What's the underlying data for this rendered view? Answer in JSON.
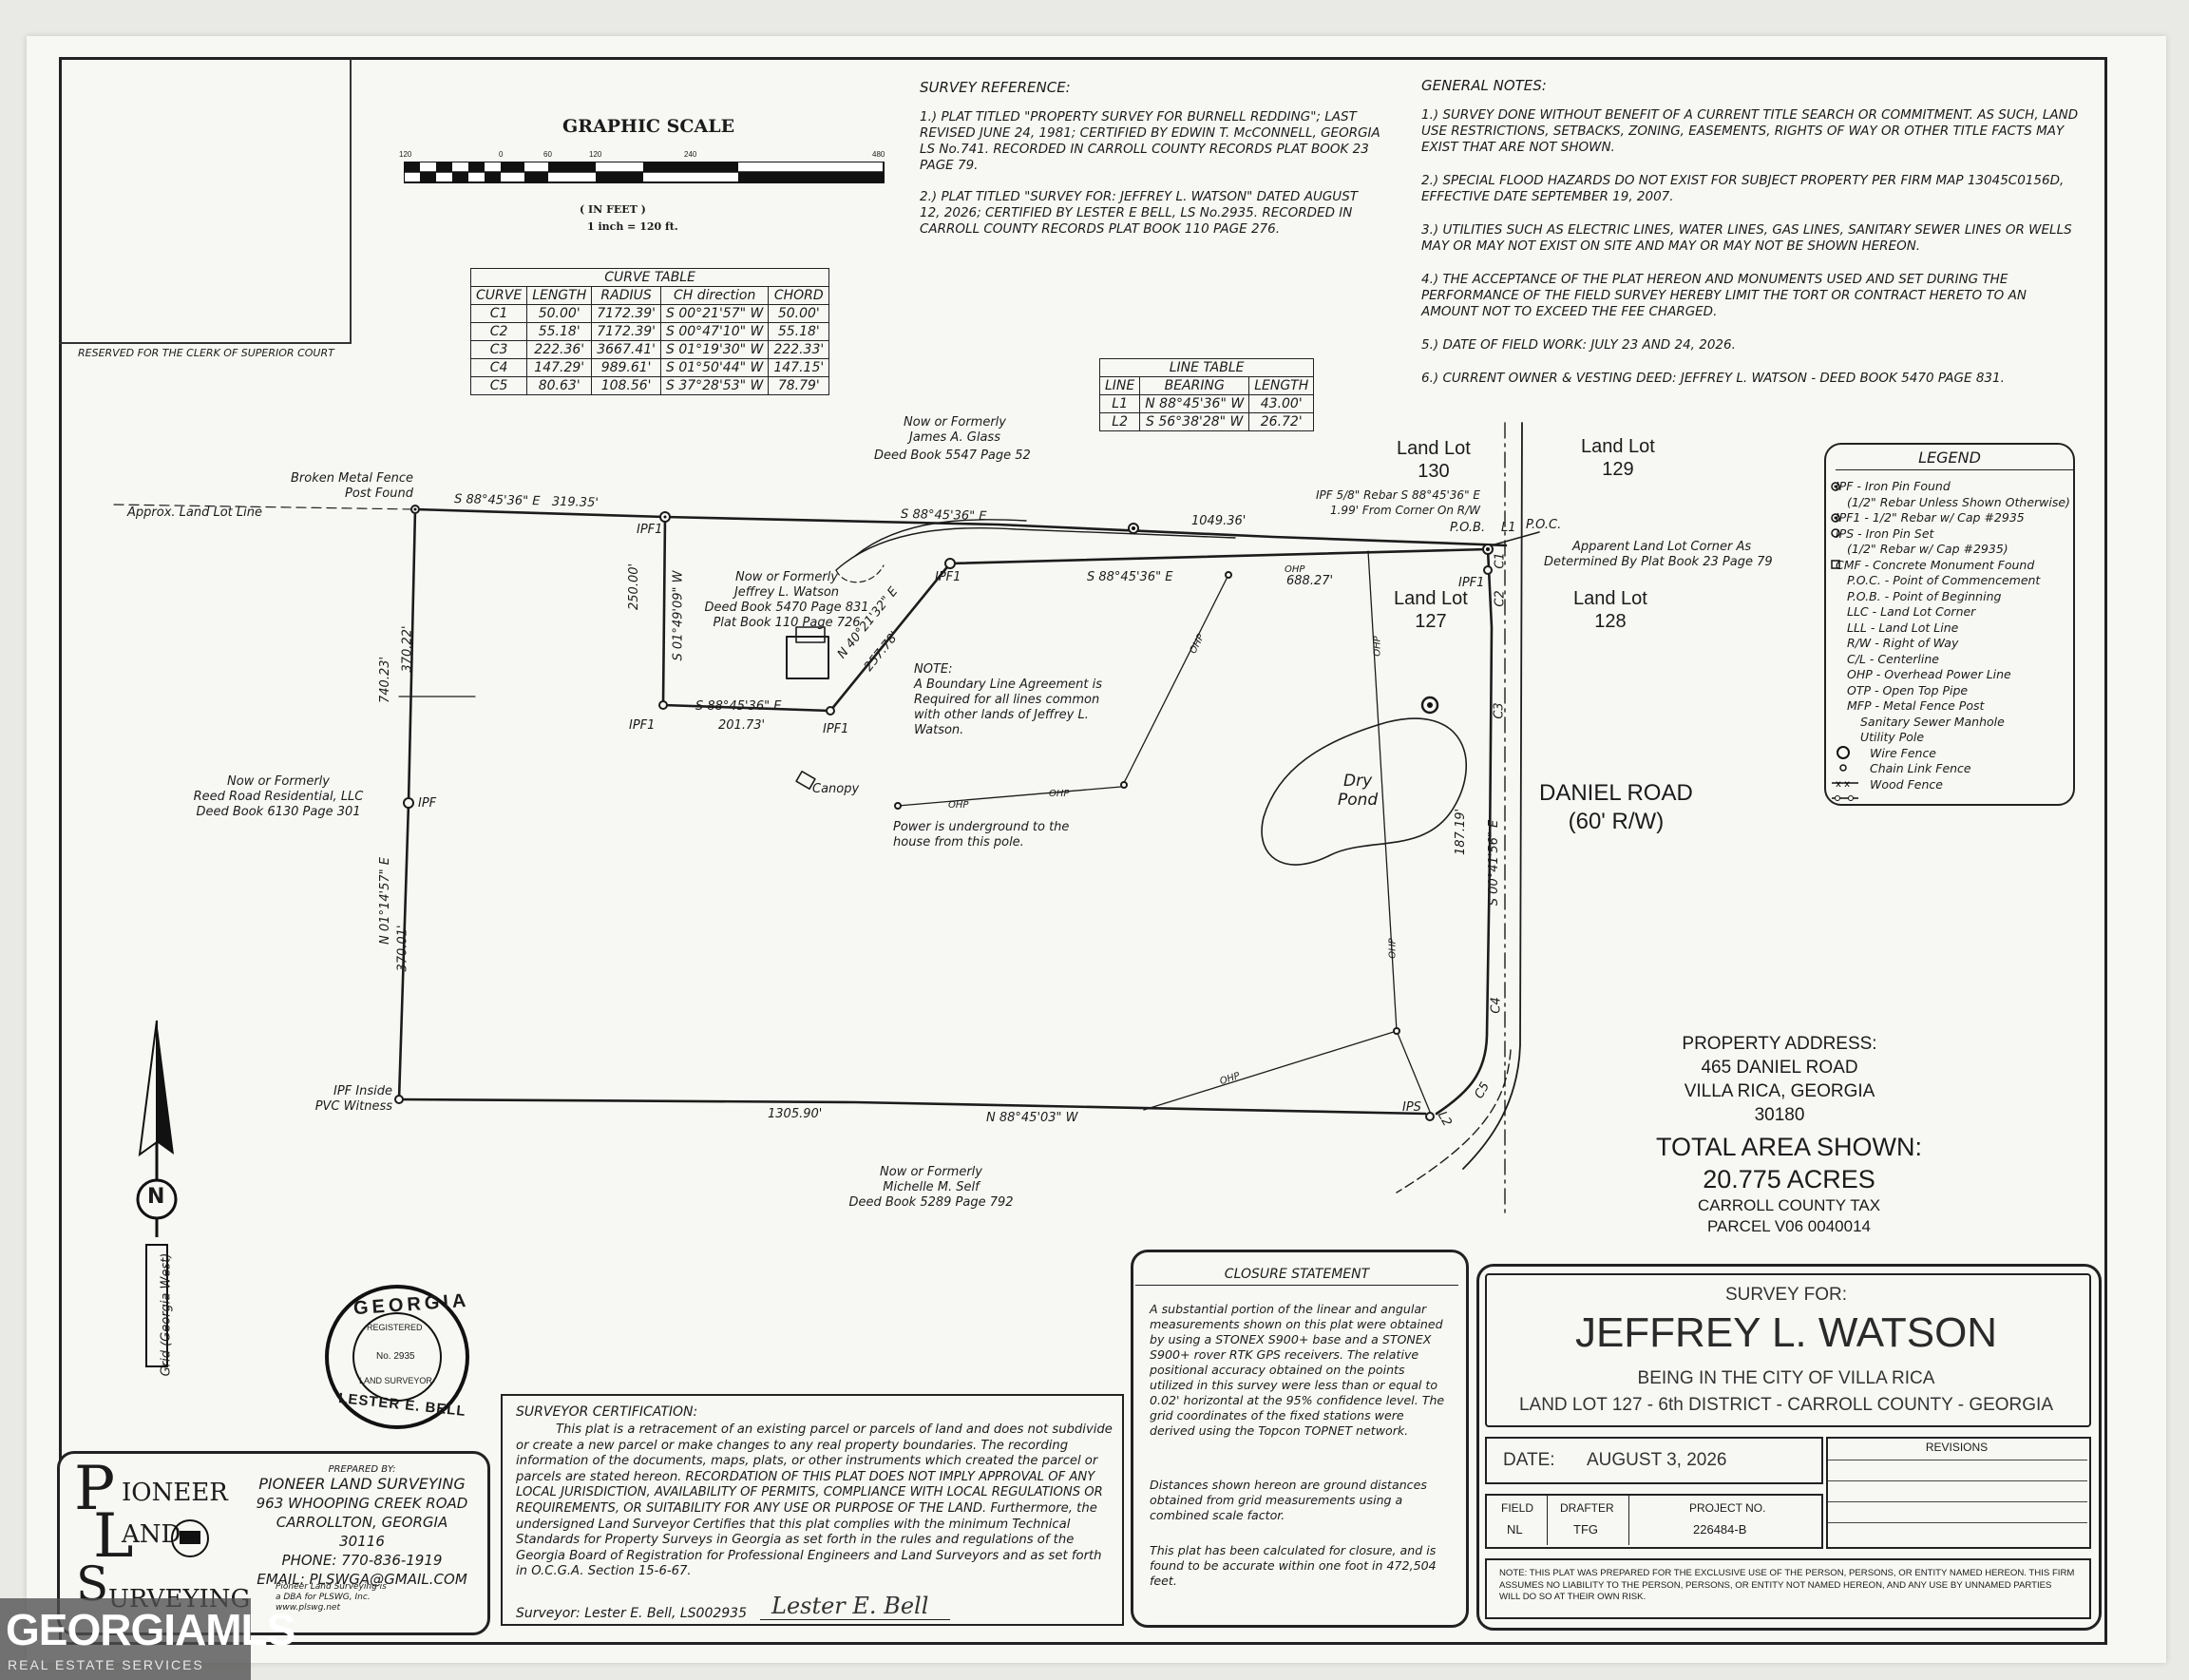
{
  "clerk_box": {
    "label": "RESERVED FOR THE CLERK OF SUPERIOR COURT"
  },
  "graphic_scale": {
    "title": "GRAPHIC SCALE",
    "ticks": [
      "120",
      "0",
      "60",
      "120",
      "240",
      "480"
    ],
    "unit": "( IN FEET )",
    "ratio": "1 inch = 120 ft."
  },
  "curve_table": {
    "title": "CURVE TABLE",
    "headers": [
      "CURVE",
      "LENGTH",
      "RADIUS",
      "CH direction",
      "CHORD"
    ],
    "rows": [
      [
        "C1",
        "50.00'",
        "7172.39'",
        "S 00°21'57\" W",
        "50.00'"
      ],
      [
        "C2",
        "55.18'",
        "7172.39'",
        "S 00°47'10\" W",
        "55.18'"
      ],
      [
        "C3",
        "222.36'",
        "3667.41'",
        "S 01°19'30\" W",
        "222.33'"
      ],
      [
        "C4",
        "147.29'",
        "989.61'",
        "S 01°50'44\" W",
        "147.15'"
      ],
      [
        "C5",
        "80.63'",
        "108.56'",
        "S 37°28'53\" W",
        "78.79'"
      ]
    ]
  },
  "line_table": {
    "title": "LINE TABLE",
    "headers": [
      "LINE",
      "BEARING",
      "LENGTH"
    ],
    "rows": [
      [
        "L1",
        "N 88°45'36\" W",
        "43.00'"
      ],
      [
        "L2",
        "S 56°38'28\" W",
        "26.72'"
      ]
    ]
  },
  "survey_reference": {
    "title": "SURVEY REFERENCE:",
    "items": [
      "1.) PLAT TITLED \"PROPERTY SURVEY FOR BURNELL REDDING\"; LAST REVISED JUNE 24, 1981; CERTIFIED BY EDWIN T. McCONNELL, GEORGIA LS No.741. RECORDED IN CARROLL COUNTY RECORDS PLAT BOOK 23 PAGE 79.",
      "2.) PLAT TITLED \"SURVEY FOR: JEFFREY L. WATSON\" DATED AUGUST 12, 2026; CERTIFIED BY LESTER E BELL, LS No.2935. RECORDED IN CARROLL COUNTY RECORDS PLAT BOOK 110 PAGE 276."
    ]
  },
  "general_notes": {
    "title": "GENERAL NOTES:",
    "items": [
      "1.) SURVEY DONE WITHOUT BENEFIT OF A CURRENT TITLE SEARCH OR COMMITMENT. AS SUCH, LAND USE RESTRICTIONS, SETBACKS, ZONING, EASEMENTS, RIGHTS OF WAY OR OTHER TITLE FACTS MAY EXIST THAT ARE NOT SHOWN.",
      "2.) SPECIAL FLOOD HAZARDS DO NOT EXIST FOR SUBJECT PROPERTY PER FIRM MAP 13045C0156D, EFFECTIVE DATE SEPTEMBER 19, 2007.",
      "3.) UTILITIES SUCH AS ELECTRIC LINES, WATER LINES, GAS LINES, SANITARY SEWER LINES OR WELLS MAY OR MAY NOT EXIST ON SITE AND MAY OR MAY NOT BE SHOWN HEREON.",
      "4.) THE ACCEPTANCE OF THE PLAT HEREON AND MONUMENTS USED AND SET DURING THE PERFORMANCE OF THE FIELD SURVEY HEREBY LIMIT THE TORT OR CONTRACT HERETO TO AN AMOUNT NOT TO EXCEED THE FEE CHARGED.",
      "5.) DATE OF FIELD WORK: JULY 23 AND 24, 2026.",
      "6.) CURRENT OWNER & VESTING DEED: JEFFREY L. WATSON - DEED BOOK 5470 PAGE 831."
    ]
  },
  "legend": {
    "title": "LEGEND",
    "items": [
      "IPF - Iron Pin Found",
      "(1/2\" Rebar Unless Shown Otherwise)",
      "IPF1 - 1/2\" Rebar w/ Cap #2935",
      "IPS - Iron Pin Set",
      "(1/2\" Rebar w/ Cap #2935)",
      "CMF - Concrete Monument Found",
      "P.O.C. - Point of Commencement",
      "P.O.B. - Point of Beginning",
      "LLC - Land Lot Corner",
      "LLL - Land Lot Line",
      "R/W - Right of Way",
      "C/L - Centerline",
      "OHP - Overhead Power Line",
      "OTP - Open Top Pipe",
      "MFP - Metal Fence Post",
      "Sanitary Sewer Manhole",
      "Utility Pole",
      "Wire Fence",
      "Chain Link Fence",
      "Wood Fence"
    ]
  },
  "plat_labels": {
    "glass": [
      "Now or Formerly",
      "James A. Glass",
      "Deed Book 5547 Page 52"
    ],
    "watson": [
      "Now or Formerly",
      "Jeffrey L. Watson",
      "Deed Book 5470 Page 831",
      "Plat Book 110 Page 726"
    ],
    "reed": [
      "Now or Formerly",
      "Reed Road Residential, LLC",
      "Deed Book 6130 Page 301"
    ],
    "self": [
      "Now or Formerly",
      "Michelle M. Self",
      "Deed Book 5289 Page 792"
    ],
    "fence_post": [
      "Broken Metal Fence",
      "Post Found"
    ],
    "approx_lll": "Approx. Land Lot Line",
    "ipf_pvc": [
      "IPF Inside",
      "PVC Witness"
    ],
    "ipf58": [
      "IPF 5/8\" Rebar S 88°45'36\" E",
      "1.99' From Corner On R/W"
    ],
    "apparent_corner": [
      "Apparent Land Lot Corner As",
      "Determined By Plat Book 23 Page 79"
    ],
    "boundary_note": [
      "NOTE:",
      "A Boundary Line Agreement is",
      "Required for all lines common",
      "with other lands of Jeffrey L.",
      "Watson."
    ],
    "power_note": [
      "Power is underground to the",
      "house from this pole."
    ],
    "canopy": "Canopy",
    "dry_pond": [
      "Dry",
      "Pond"
    ],
    "daniel_road": [
      "DANIEL ROAD",
      "(60' R/W)"
    ],
    "ll130": [
      "Land Lot",
      "130"
    ],
    "ll129": [
      "Land Lot",
      "129"
    ],
    "ll127": [
      "Land Lot",
      "127"
    ],
    "ll128": [
      "Land Lot",
      "128"
    ],
    "pob": "P.O.B.",
    "poc": "P.O.C.",
    "l1": "L1",
    "l2": "L2",
    "c1": "C1",
    "c2": "C2",
    "c3": "C3",
    "c4": "C4",
    "c5": "C5",
    "ipf1": "IPF1",
    "ipf": "IPF",
    "ips": "IPS",
    "ohp": "OHP",
    "bearings": {
      "north_a": "S 88°45'36\" E",
      "north_a_len": "319.35'",
      "north_b": "S 88°45'36\" E",
      "north_b_len": "1049.36'",
      "inner_top": "S 88°45'36\" E",
      "inner_top_len": "688.27'",
      "inner_left": "S 01°49'09\" W",
      "inner_left_len": "250.00'",
      "inner_bottom": "S 88°45'36\" E",
      "inner_bottom_len": "201.73'",
      "inner_diag": "N 40°21'32\" E",
      "inner_diag_len": "257.78'",
      "west_top_len": "370.22'",
      "west_total": "740.23'",
      "west": "N 01°14'57\" E",
      "west_bottom_len": "370.01'",
      "south": "N 88°45'03\" W",
      "south_len": "1305.90'",
      "east": "S 00°41'56\" E",
      "east_len": "187.19'"
    }
  },
  "property": {
    "address_title": "PROPERTY ADDRESS:",
    "street": "465 DANIEL ROAD",
    "city": "VILLA RICA, GEORGIA 30180",
    "area_title": "TOTAL AREA SHOWN:",
    "area": "20.775 ACRES",
    "tax": "CARROLL COUNTY TAX",
    "parcel": "PARCEL V06 0040014"
  },
  "north_arrow": {
    "letter": "N",
    "grid": "Grid (Georgia West)"
  },
  "seal": {
    "state": "GEORGIA",
    "registered": "REGISTERED",
    "number": "No. 2935",
    "role": "LAND SURVEYOR",
    "name": "LESTER E. BELL"
  },
  "company": {
    "logo_p": "P",
    "logo_l": "L",
    "logo_s": "S",
    "logo_words": [
      "IONEER",
      "AND",
      "URVEYING"
    ],
    "prepared_by": "PREPARED BY:",
    "name": "PIONEER LAND SURVEYING",
    "street": "963 WHOOPING CREEK ROAD",
    "city": "CARROLLTON, GEORGIA 30116",
    "phone": "PHONE: 770-836-1919",
    "email": "EMAIL: PLSWGA@GMAIL.COM",
    "dba1": "Pioneer Land Surveying is",
    "dba2": "a DBA for PLSWG, Inc.",
    "web": "www.plswg.net"
  },
  "surveyor_cert": {
    "title": "SURVEYOR CERTIFICATION:",
    "body": "This plat is a retracement of an existing parcel or parcels of land and does not subdivide or create a new parcel or make changes to any real property boundaries. The recording information of the documents, maps, plats, or other instruments which created the parcel or parcels are stated hereon. RECORDATION OF THIS PLAT DOES NOT IMPLY APPROVAL OF ANY LOCAL JURISDICTION, AVAILABILITY OF PERMITS, COMPLIANCE WITH LOCAL REGULATIONS OR REQUIREMENTS, OR SUITABILITY FOR ANY USE OR PURPOSE OF THE LAND. Furthermore, the undersigned Land Surveyor Certifies that this plat complies with the minimum Technical Standards for Property Surveys in Georgia as set forth in the rules and regulations of the Georgia Board of Registration for Professional Engineers and Land Surveyors and as set forth in O.C.G.A. Section 15-6-67.",
    "signature_line": "Surveyor: Lester E. Bell, LS002935",
    "signature": "Lester E. Bell"
  },
  "closure": {
    "title": "CLOSURE STATEMENT",
    "p1": "A substantial portion of the linear and angular measurements shown on this plat were obtained by using a STONEX S900+ base and a STONEX S900+ rover RTK GPS receivers. The relative positional accuracy obtained on the points utilized in this survey were less than or equal to 0.02' horizontal at the 95% confidence level. The grid coordinates of the fixed stations were derived using the Topcon TOPNET network.",
    "p2": "Distances shown hereon are ground distances obtained from grid measurements using a combined scale factor.",
    "p3": "This plat has been calculated for closure, and is found to be accurate within one foot in 472,504 feet."
  },
  "title_block": {
    "survey_for": "SURVEY FOR:",
    "client": "JEFFREY L. WATSON",
    "city_line": "BEING IN THE CITY OF VILLA RICA",
    "lot_line": "LAND LOT 127 - 6th DISTRICT - CARROLL COUNTY - GEORGIA",
    "date_label": "DATE:",
    "date": "AUGUST 3, 2026",
    "revisions": "REVISIONS",
    "field_label": "FIELD",
    "field": "NL",
    "drafter_label": "DRAFTER",
    "drafter": "TFG",
    "project_label": "PROJECT NO.",
    "project": "226484-B",
    "disclaimer": "NOTE: THIS PLAT WAS PREPARED FOR THE EXCLUSIVE USE OF THE PERSON, PERSONS, OR ENTITY NAMED HEREON. THIS FIRM ASSUMES NO LIABILITY TO THE PERSON, PERSONS, OR ENTITY NOT NAMED HEREON, AND ANY USE BY UNNAMED PARTIES WILL DO SO AT THEIR OWN RISK."
  },
  "watermark": {
    "brand": "GEORGIAMLS",
    "sub": "REAL ESTATE SERVICES"
  }
}
